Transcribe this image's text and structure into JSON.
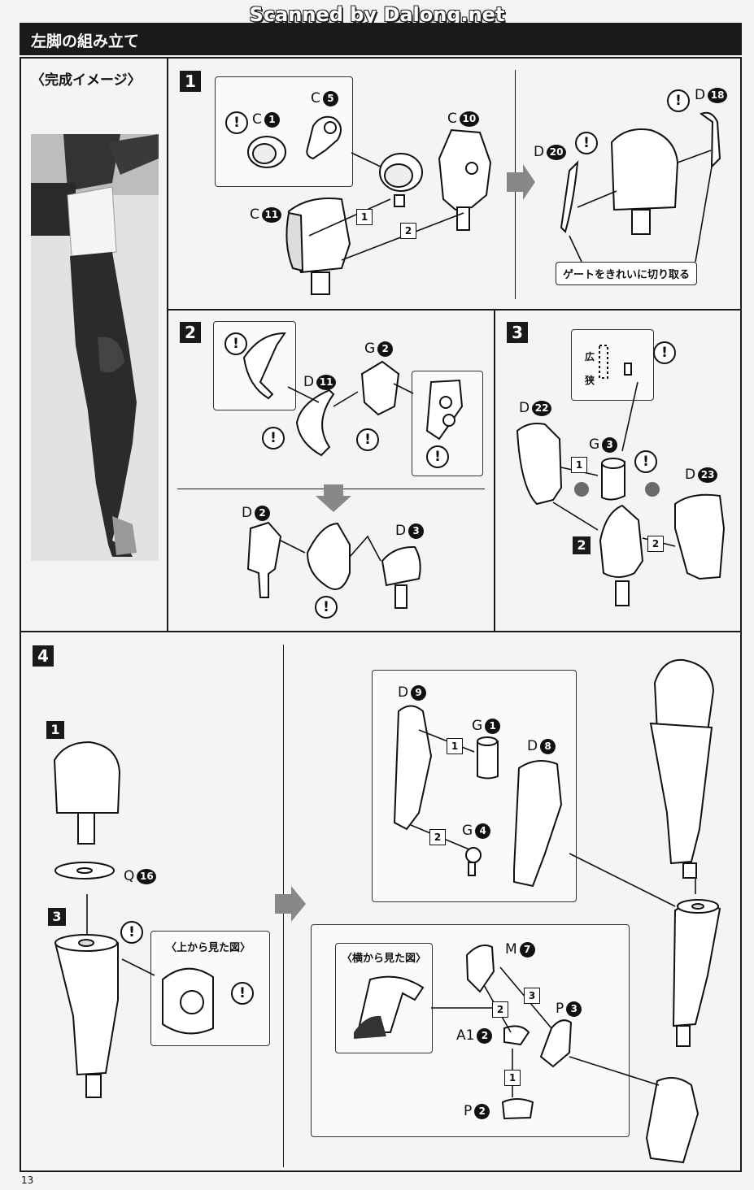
{
  "watermark": "Scanned by Dalong.net",
  "header": {
    "title": "左脚の組み立て"
  },
  "completion": {
    "label": "〈完成イメージ〉"
  },
  "steps": {
    "s1": {
      "number": "1",
      "gate_note": "ゲートをきれいに切り取る",
      "parts": {
        "c1": "C",
        "c1n": "1",
        "c5": "C",
        "c5n": "5",
        "c10": "C",
        "c10n": "10",
        "c11": "C",
        "c11n": "11",
        "d18": "D",
        "d18n": "18",
        "d20": "D",
        "d20n": "20"
      }
    },
    "s2": {
      "number": "2",
      "parts": {
        "d11": "D",
        "d11n": "11",
        "g2": "G",
        "g2n": "2",
        "d2": "D",
        "d2n": "2",
        "d3": "D",
        "d3n": "3"
      }
    },
    "s3": {
      "number": "3",
      "wide": "広",
      "narrow": "狭",
      "ref_step": "2",
      "parts": {
        "d22": "D",
        "d22n": "22",
        "g3": "G",
        "g3n": "3",
        "d23": "D",
        "d23n": "23"
      }
    },
    "s4": {
      "number": "4",
      "ref_step_1": "1",
      "ref_step_3": "3",
      "top_view": "〈上から見た図〉",
      "side_view": "〈横から見た図〉",
      "parts": {
        "q16": "Q",
        "q16n": "16",
        "d9": "D",
        "d9n": "9",
        "g1": "G",
        "g1n": "1",
        "d8": "D",
        "d8n": "8",
        "g4": "G",
        "g4n": "4",
        "m7": "M",
        "m7n": "7",
        "p3": "P",
        "p3n": "3",
        "a1": "A1",
        "a1n": "2",
        "p2": "P",
        "p2n": "2"
      }
    }
  },
  "order_marks": [
    "1",
    "2"
  ],
  "warning_symbol": "!",
  "page_number": "13",
  "colors": {
    "header_bg": "#1a1a1a",
    "paper": "#f4f4f2",
    "arrow": "#888888"
  }
}
